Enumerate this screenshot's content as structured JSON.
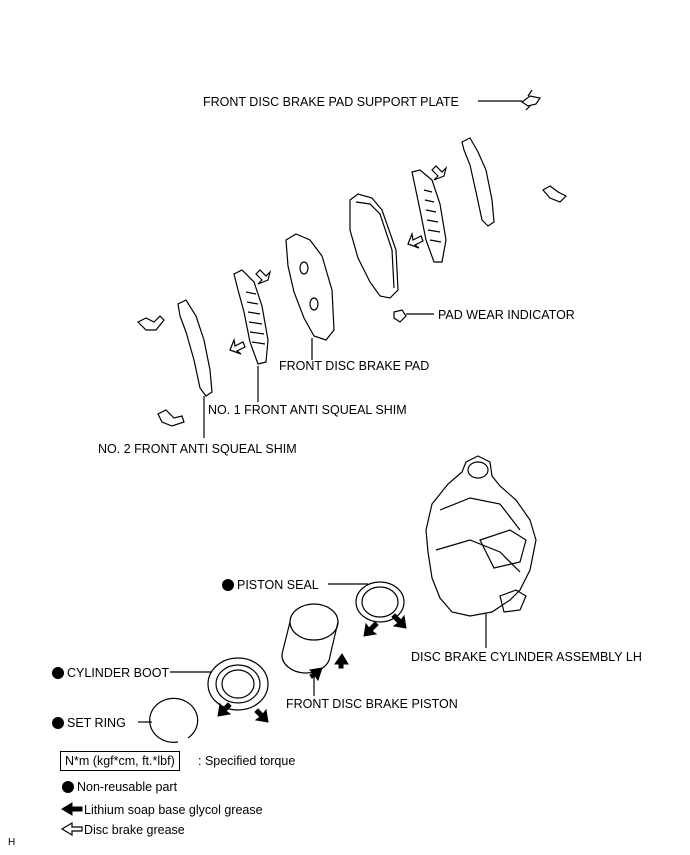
{
  "labels": {
    "support_plate": "FRONT DISC BRAKE PAD SUPPORT PLATE",
    "pad_wear_indicator": "PAD WEAR INDICATOR",
    "front_disc_brake_pad": "FRONT DISC BRAKE PAD",
    "no1_shim": "NO. 1 FRONT ANTI SQUEAL SHIM",
    "no2_shim": "NO. 2 FRONT ANTI SQUEAL SHIM",
    "piston_seal": "PISTON SEAL",
    "cylinder_assembly": "DISC BRAKE CYLINDER ASSEMBLY LH",
    "cylinder_boot": "CYLINDER BOOT",
    "brake_piston": "FRONT DISC BRAKE PISTON",
    "set_ring": "SET RING"
  },
  "legend": {
    "torque_box": "N*m (kgf*cm, ft.*lbf)",
    "torque_text": ": Specified torque",
    "non_reusable": "Non-reusable part",
    "lithium_grease": "Lithium soap base glycol grease",
    "disc_grease": "Disc brake grease"
  },
  "corner_mark": "H"
}
